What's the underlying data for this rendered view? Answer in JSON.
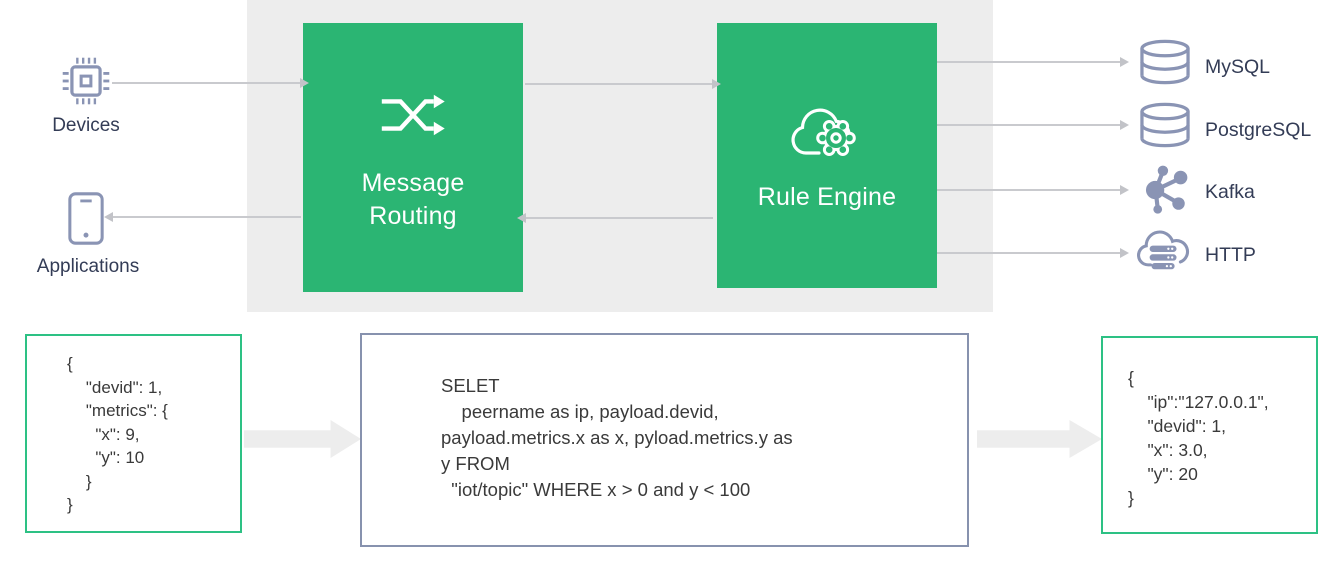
{
  "diagram": {
    "left_nodes": {
      "devices": {
        "label": "Devices",
        "icon": "chip-icon"
      },
      "applications": {
        "label": "Applications",
        "icon": "smartphone-icon"
      }
    },
    "broker": {
      "message_routing": {
        "label": "Message\nRouting",
        "icon": "shuffle-icon"
      },
      "rule_engine": {
        "label": "Rule Engine",
        "icon": "cloud-gear-icon"
      }
    },
    "sinks": [
      {
        "label": "MySQL",
        "icon": "database-icon"
      },
      {
        "label": "PostgreSQL",
        "icon": "database-icon"
      },
      {
        "label": "Kafka",
        "icon": "kafka-graph-icon"
      },
      {
        "label": "HTTP",
        "icon": "cloud-servers-icon"
      }
    ],
    "code": {
      "input_json": "{\n    \"devid\": 1,\n    \"metrics\": {\n      \"x\": 9,\n      \"y\": 10\n    }\n}",
      "rule_sql": "SELET\n    peername as ip, payload.devid,\npayload.metrics.x as x, pyload.metrics.y as\ny FROM\n  \"iot/topic\" WHERE x > 0 and y < 100",
      "output_json": "{\n    \"ip\":\"127.0.0.1\",\n    \"devid\": 1,\n    \"x\": 3.0,\n    \"y\": 20\n}"
    },
    "colors": {
      "broker_green": "#2BB573",
      "panel_gray": "#EDEDED",
      "icon_slate": "#8A94B4",
      "label_navy": "#333C56",
      "green_border": "#2DC184",
      "slate_border": "#8792AE",
      "connector_gray": "#C9CACE",
      "block_arrow_gray": "#EDEDED"
    }
  }
}
